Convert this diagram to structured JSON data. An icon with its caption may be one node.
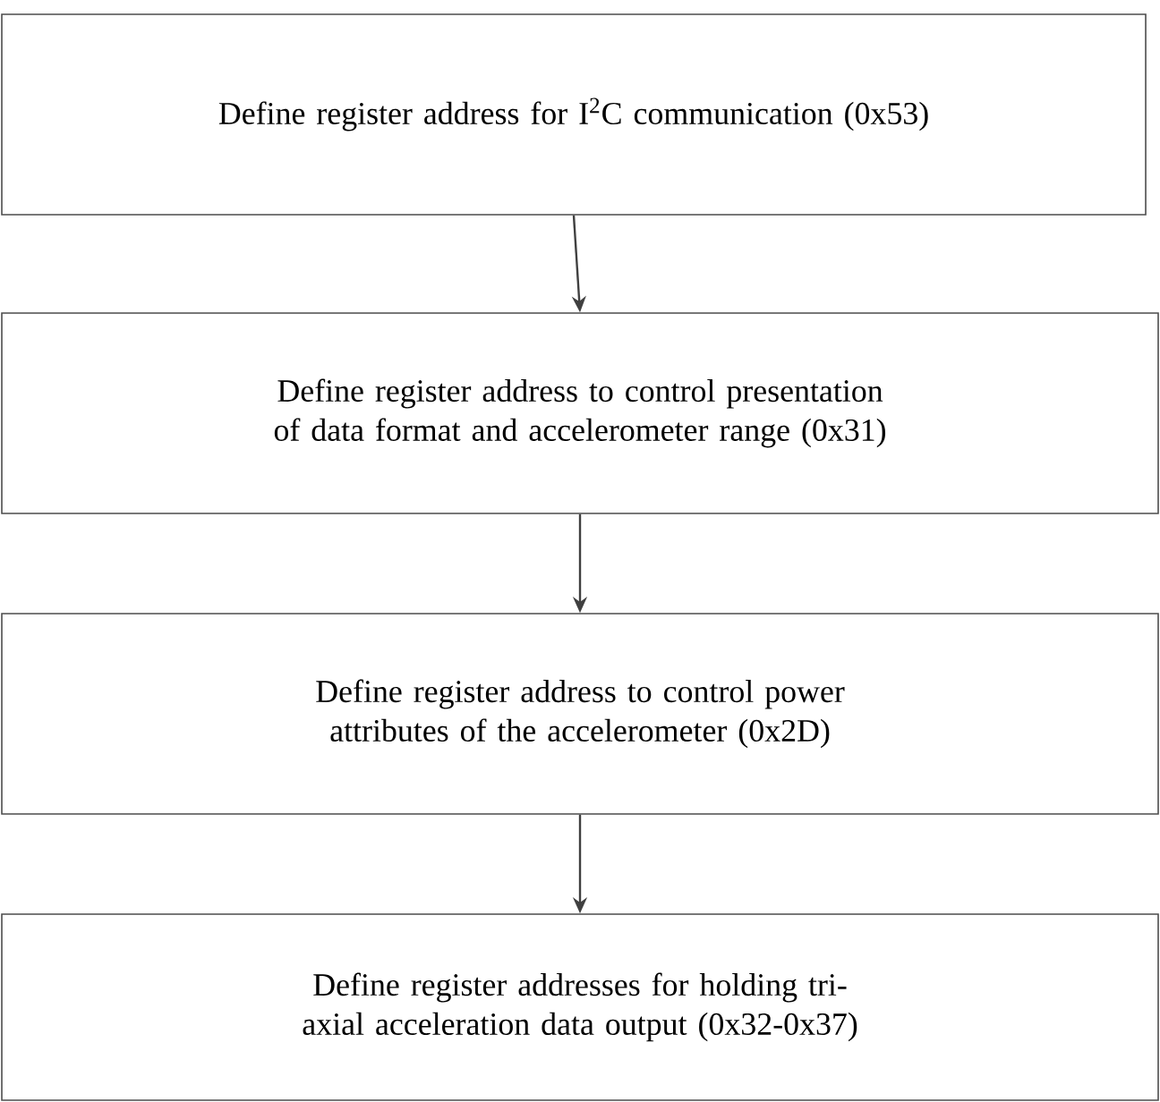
{
  "diagram": {
    "nodes": [
      {
        "text": [
          "Define register address for I$^{2}$C communication (0x53)"
        ]
      },
      {
        "text": [
          "Define register address to control presentation of data format and accelerometer range (0x31)"
        ]
      },
      {
        "text": [
          "Define register address to control power attributes of the accelerometer (0x2D)"
        ]
      },
      {
        "text": [
          "Define register addresses for holding tri-axial acceleration data output (0x32-0x37)"
        ]
      }
    ],
    "edges": [
      {
        "from": 0,
        "to": 1,
        "arrow": "to"
      },
      {
        "from": 1,
        "to": 2,
        "arrow": "to"
      },
      {
        "from": 2,
        "to": 3,
        "arrow": "to"
      }
    ]
  }
}
